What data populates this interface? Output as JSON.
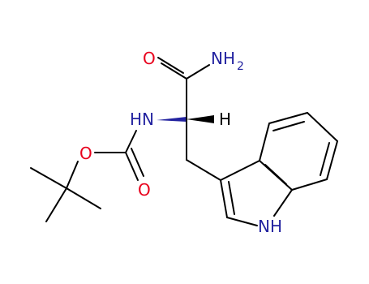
{
  "molecule": {
    "colors": {
      "oxygen": "#e8001c",
      "nitrogen": "#2323a0",
      "carbon_bond": "#000000",
      "hydrogen": "#000000"
    },
    "labels": {
      "amide_o": "O",
      "amide_n": "NH",
      "amide_n_sub": "2",
      "carbamate_nh": "HN",
      "stereo_h": "H",
      "ester_o": "O",
      "carbonyl_o": "O",
      "indole_nh": "NH"
    }
  }
}
